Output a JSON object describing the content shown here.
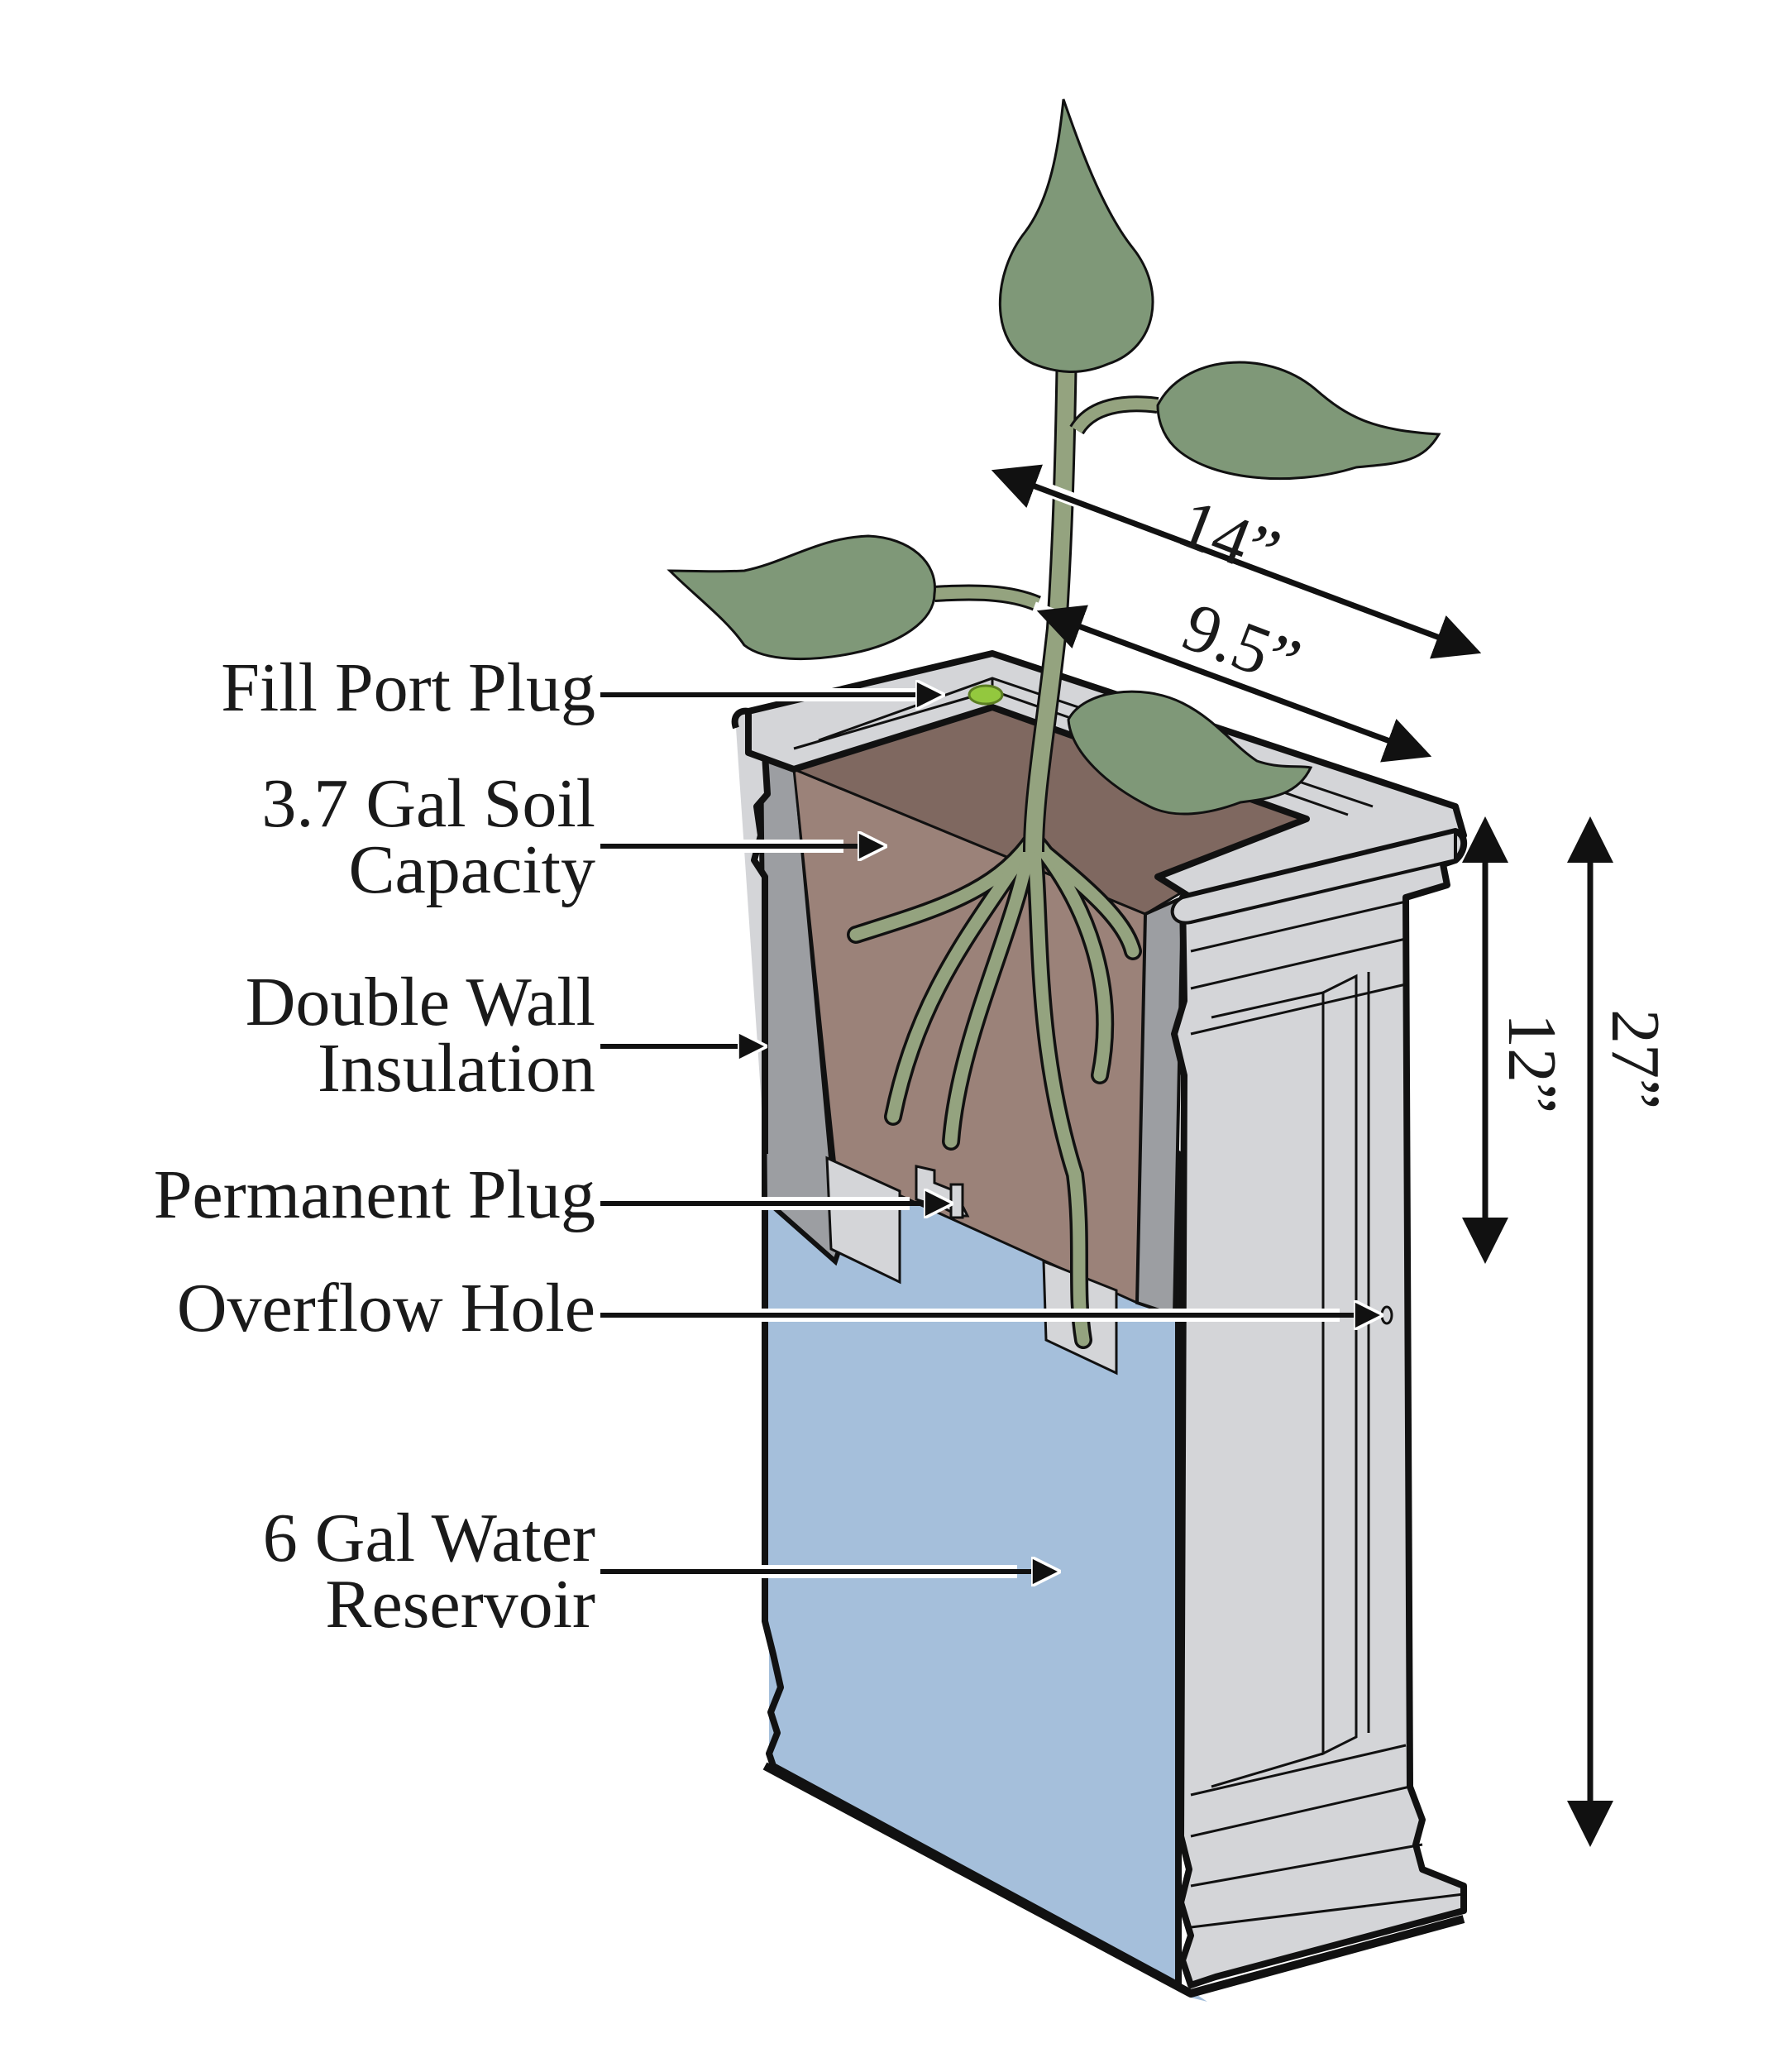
{
  "title": "Self-watering planter cross-section diagram",
  "colors": {
    "soil_top": "#7f6860",
    "soil_front": "#9b8279",
    "water": "#a5bfdb",
    "water_dark": "#86a9cf",
    "planter_light": "#d4d5d8",
    "planter_wall": "#9c9ea2",
    "leaf": "#7f9878",
    "stem": "#94a37f",
    "fill_plug": "#93c83e",
    "outline": "#111111"
  },
  "callouts": [
    {
      "id": "fill-port-plug",
      "lines": [
        "Fill Port Plug"
      ]
    },
    {
      "id": "soil-capacity",
      "lines": [
        "3.7 Gal Soil",
        "Capacity"
      ]
    },
    {
      "id": "double-wall-insulation",
      "lines": [
        "Double Wall",
        "Insulation"
      ]
    },
    {
      "id": "permanent-plug",
      "lines": [
        "Permanent Plug"
      ]
    },
    {
      "id": "overflow-hole",
      "lines": [
        "Overflow Hole"
      ]
    },
    {
      "id": "water-reservoir",
      "lines": [
        "6 Gal Water",
        "Reservoir"
      ]
    }
  ],
  "dimensions": {
    "outer_width": "14”",
    "inner_width": "9.5”",
    "soil_depth": "12”",
    "total_height": "27”"
  }
}
